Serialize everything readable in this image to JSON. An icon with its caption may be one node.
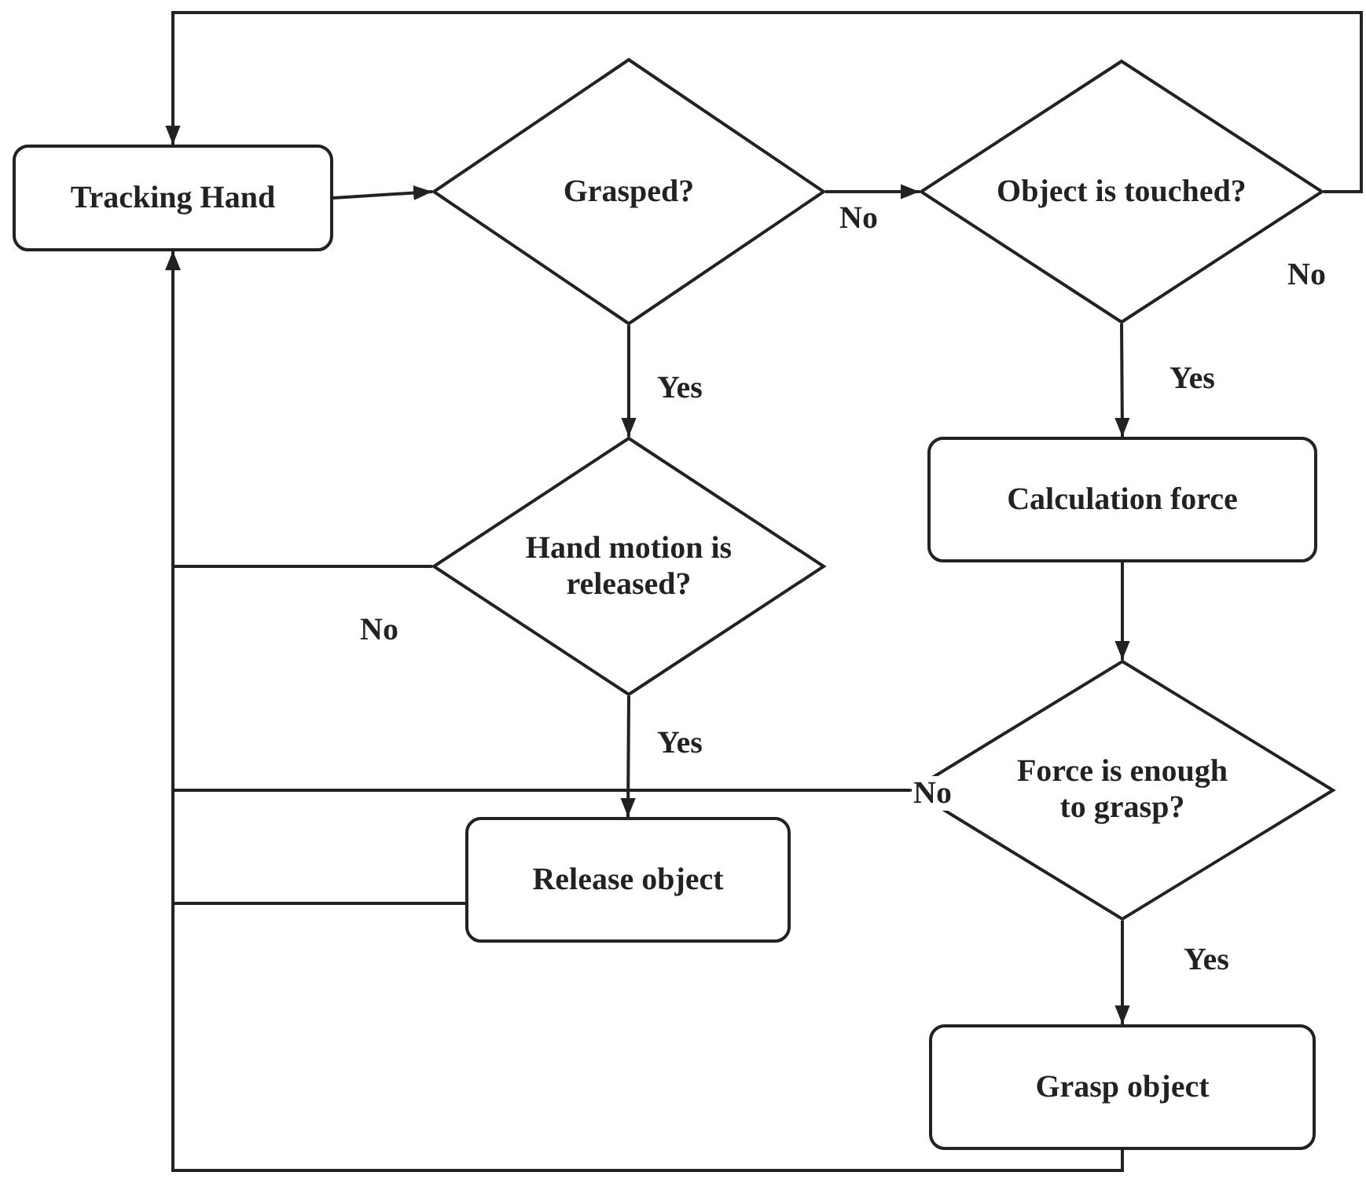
{
  "diagram": {
    "nodes": [
      {
        "text": [
          "Tracking Hand"
        ]
      },
      {
        "text": [
          "Grasped?"
        ]
      },
      {
        "text": [
          "Object is touched?"
        ]
      },
      {
        "text": [
          "Hand motion is released?"
        ]
      },
      {
        "text": [
          "Calculation force"
        ]
      },
      {
        "text": [
          "Force is enough to grasp?"
        ]
      },
      {
        "text": [
          "Release object"
        ]
      },
      {
        "text": [
          "Grasp object"
        ]
      }
    ],
    "edges": [
      {
        "from": 0,
        "to": 1,
        "arrow": "to"
      },
      {
        "from": 1,
        "to": 2,
        "arrow": "to",
        "label": "No"
      },
      {
        "from": 2,
        "to": 0,
        "arrow": "to",
        "label": "No"
      },
      {
        "from": 1,
        "to": 3,
        "arrow": "to",
        "label": "Yes"
      },
      {
        "from": 2,
        "to": 4,
        "arrow": "to",
        "label": "Yes"
      },
      {
        "from": 3,
        "to": 0,
        "arrow": "to",
        "label": "No"
      },
      {
        "from": 3,
        "to": 6,
        "arrow": "to",
        "label": "Yes"
      },
      {
        "from": 4,
        "to": 5,
        "arrow": "to"
      },
      {
        "from": 5,
        "to": 0,
        "arrow": "to",
        "label": "No"
      },
      {
        "from": 5,
        "to": 7,
        "arrow": "to",
        "label": "Yes"
      },
      {
        "from": 6,
        "to": 0,
        "arrow": "to"
      },
      {
        "from": 7,
        "to": 0,
        "arrow": "to"
      }
    ]
  }
}
